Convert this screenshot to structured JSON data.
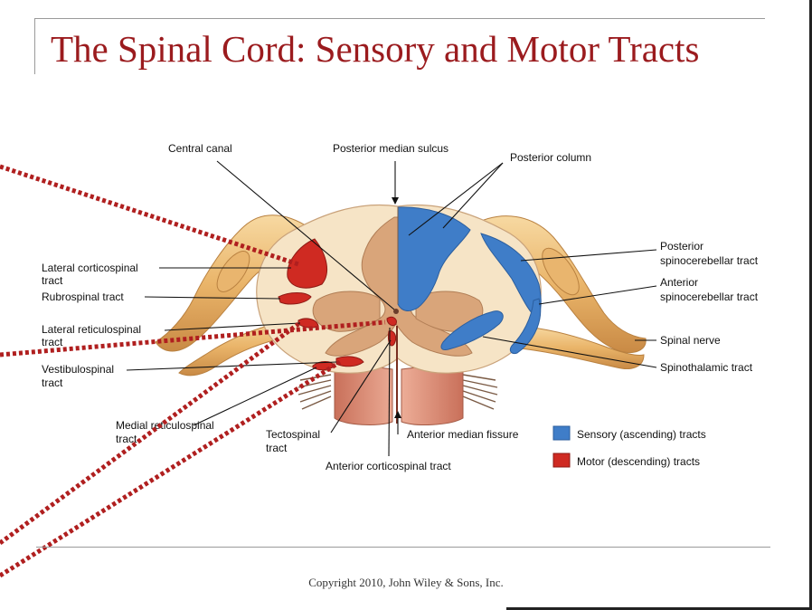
{
  "slide": {
    "title": "The Spinal Cord: Sensory and Motor Tracts",
    "copyright": "Copyright 2010, John Wiley & Sons, Inc."
  },
  "labels": {
    "central_canal": "Central canal",
    "posterior_median_sulcus": "Posterior median sulcus",
    "posterior_column": "Posterior column",
    "posterior_spinocerebellar_1": "Posterior",
    "posterior_spinocerebellar_2": "spinocerebellar tract",
    "anterior_spinocerebellar_1": "Anterior",
    "anterior_spinocerebellar_2": "spinocerebellar tract",
    "spinal_nerve": "Spinal nerve",
    "spinothalamic": "Spinothalamic tract",
    "lateral_corticospinal_1": "Lateral corticospinal",
    "lateral_corticospinal_2": "tract",
    "rubrospinal": "Rubrospinal tract",
    "lateral_reticulospinal_1": "Lateral reticulospinal",
    "lateral_reticulospinal_2": "tract",
    "vestibulospinal_1": "Vestibulospinal",
    "vestibulospinal_2": "tract",
    "medial_reticulospinal_1": "Medial reticulospinal",
    "medial_reticulospinal_2": "tract",
    "tectospinal_1": "Tectospinal",
    "tectospinal_2": "tract",
    "anterior_median_fissure": "Anterior median fissure",
    "anterior_corticospinal": "Anterior corticospinal tract"
  },
  "legend": [
    {
      "label": "Sensory (ascending) tracts",
      "color": "#3f7dc8"
    },
    {
      "label": "Motor (descending) tracts",
      "color": "#cf2a22"
    }
  ],
  "colors": {
    "title": "#9b1b1e",
    "sensory": "#3f7dc8",
    "motor": "#cf2a22",
    "white_matter": "#f6e4c6",
    "gray_matter": "#d9a57a",
    "nerve": "#f0c27a",
    "cord_side": "#e0967b",
    "annotation": "#b01f1f"
  }
}
